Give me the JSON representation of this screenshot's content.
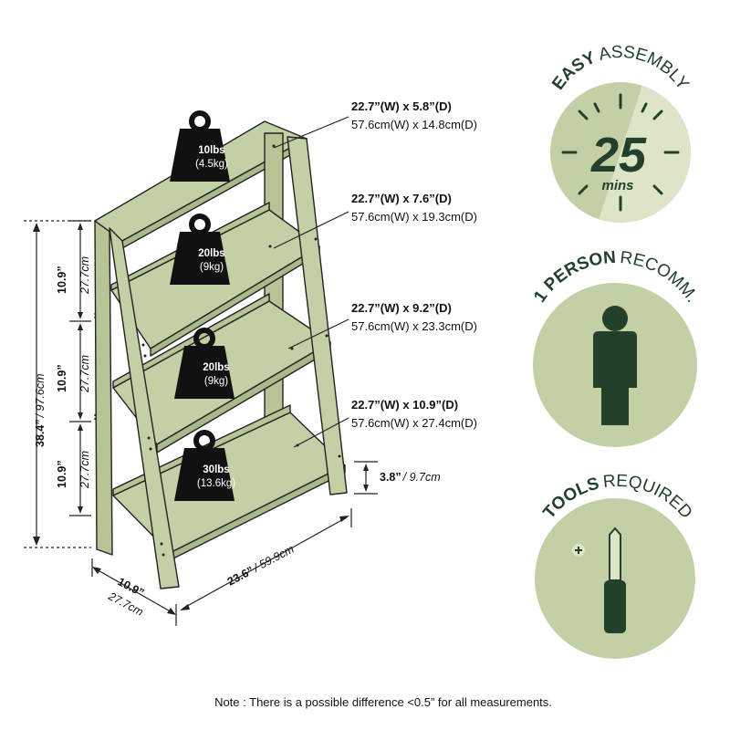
{
  "colors": {
    "shelf_fill": "#c3d0a6",
    "shelf_dark": "#a9b98a",
    "outline": "#222222",
    "weight_tag": "#111111",
    "circle_light": "#c3d0a6",
    "circle_lighter": "#dde5c9",
    "icon_dark": "#23402a"
  },
  "weights": [
    {
      "lbs": "10lbs",
      "kg": "(4.5kg)"
    },
    {
      "lbs": "20lbs",
      "kg": "(9kg)"
    },
    {
      "lbs": "20lbs",
      "kg": "(9kg)"
    },
    {
      "lbs": "30lbs",
      "kg": "(13.6kg)"
    }
  ],
  "shelf_dims": [
    {
      "imperial": "22.7”(W)  x 5.8”(D)",
      "metric": "57.6cm(W) x 14.8cm(D)"
    },
    {
      "imperial": "22.7”(W)  x 7.6”(D)",
      "metric": "57.6cm(W) x 19.3cm(D)"
    },
    {
      "imperial": "22.7”(W)  x 9.2”(D)",
      "metric": "57.6cm(W) x 23.3cm(D)"
    },
    {
      "imperial": "22.7”(W)  x 10.9”(D)",
      "metric": "57.6cm(W) x 27.4cm(D)"
    }
  ],
  "height": {
    "imperial": "38.4”",
    "metric": "/ 97.6cm"
  },
  "shelf_spacing": [
    {
      "imperial": "10.9”",
      "metric": "27.7cm"
    },
    {
      "imperial": "10.9”",
      "metric": "27.7cm"
    },
    {
      "imperial": "10.9”",
      "metric": "27.7cm"
    }
  ],
  "bottom_clearance": {
    "imperial": "3.8”",
    "metric": "/ 9.7cm"
  },
  "base_depth": {
    "imperial": "10.9”",
    "metric": "27.7cm"
  },
  "base_width": {
    "imperial": "23.6”",
    "metric": "/ 59.9cm"
  },
  "badges": {
    "assembly": {
      "bold": "EASY",
      "regular": "ASSEMBLY",
      "number": "25",
      "unit": "mins"
    },
    "person": {
      "bold": "1 PERSON",
      "regular": "RECOMM."
    },
    "tools": {
      "bold": "TOOLS",
      "regular": "REQUIRED"
    }
  },
  "icons": [
    "kettlebell-icon",
    "clock-icon",
    "person-icon",
    "screwdriver-icon"
  ],
  "note": "Note : There is a possible difference <0.5” for all measurements."
}
